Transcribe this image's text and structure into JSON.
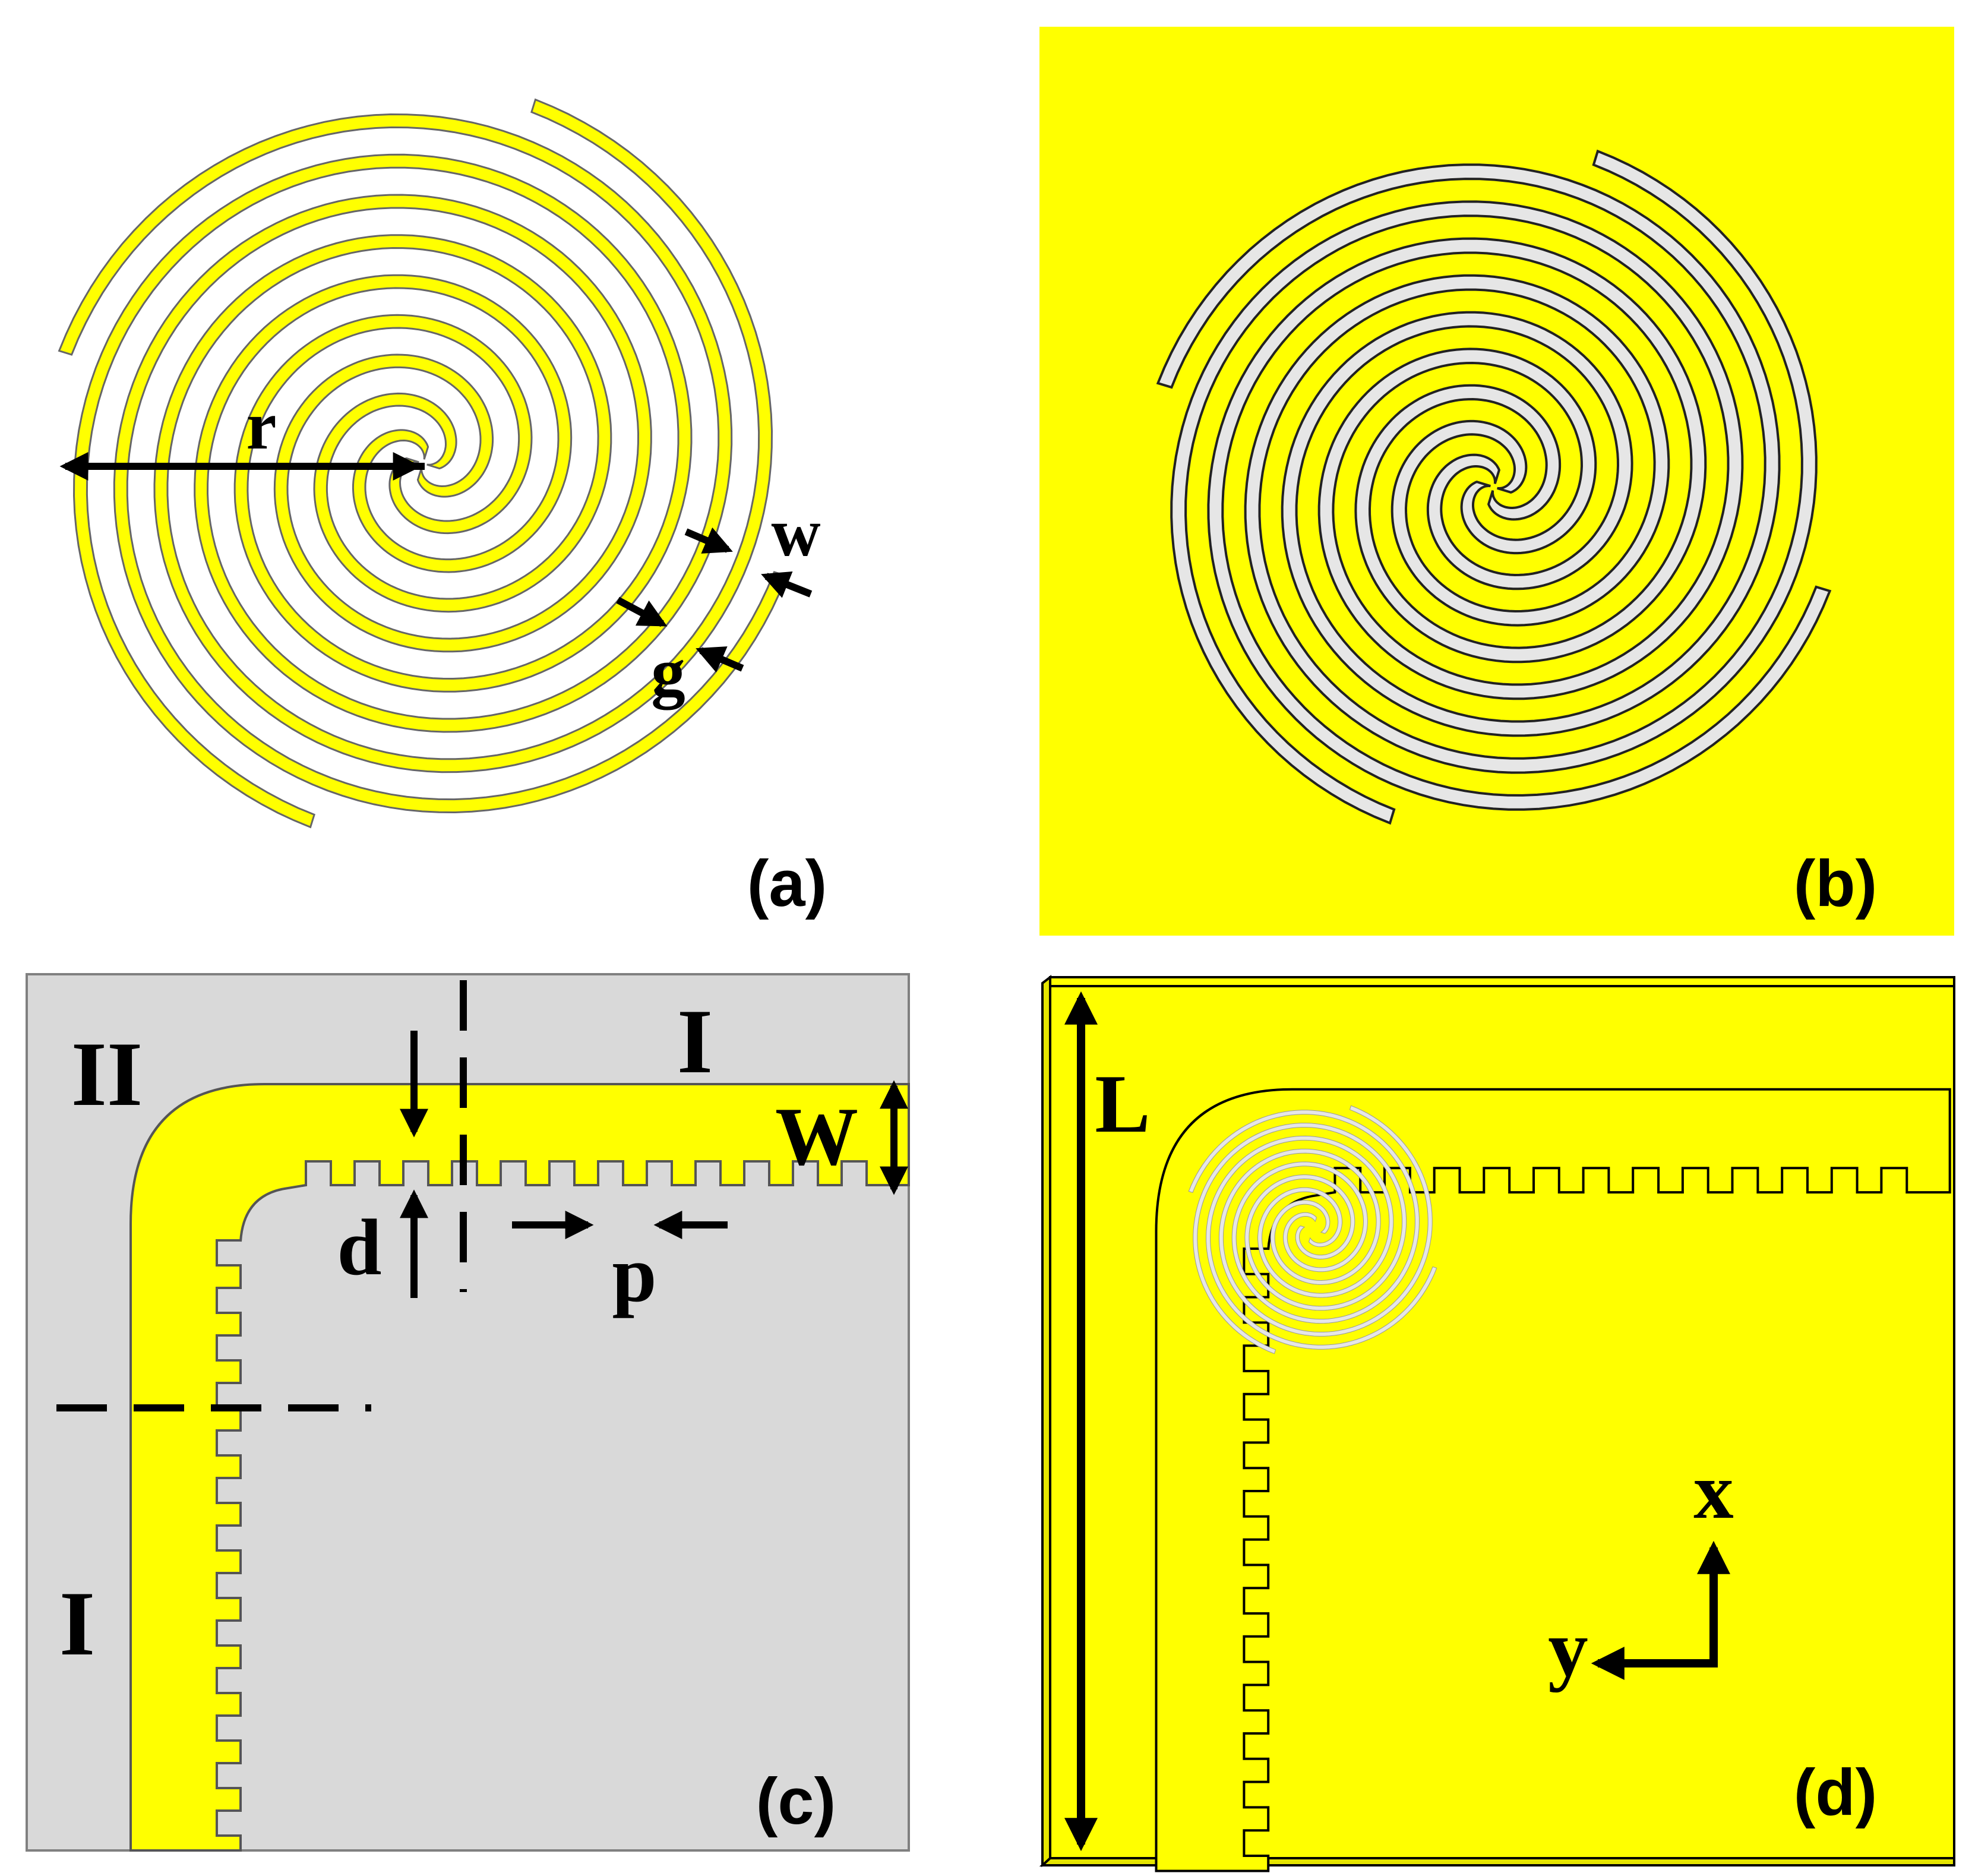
{
  "colors": {
    "gold": "#ffff00",
    "gray": "#d9d9d9",
    "silver": "#e6e6e6",
    "black": "#000000",
    "outline": "#666666"
  },
  "panels": {
    "a": {
      "caption": "(a)",
      "radius_label": "r",
      "width_label": "w",
      "gap_label": "g"
    },
    "b": {
      "caption": "(b)"
    },
    "c": {
      "caption": "(c)",
      "region_top_left": "II",
      "region_top_right": "I",
      "region_bottom_left": "I",
      "strip_width_label": "W",
      "groove_depth_label": "d",
      "groove_period_label": "p"
    },
    "d": {
      "caption": "(d)",
      "length_label": "L",
      "axis_x_label": "x",
      "axis_y_label": "y"
    }
  }
}
